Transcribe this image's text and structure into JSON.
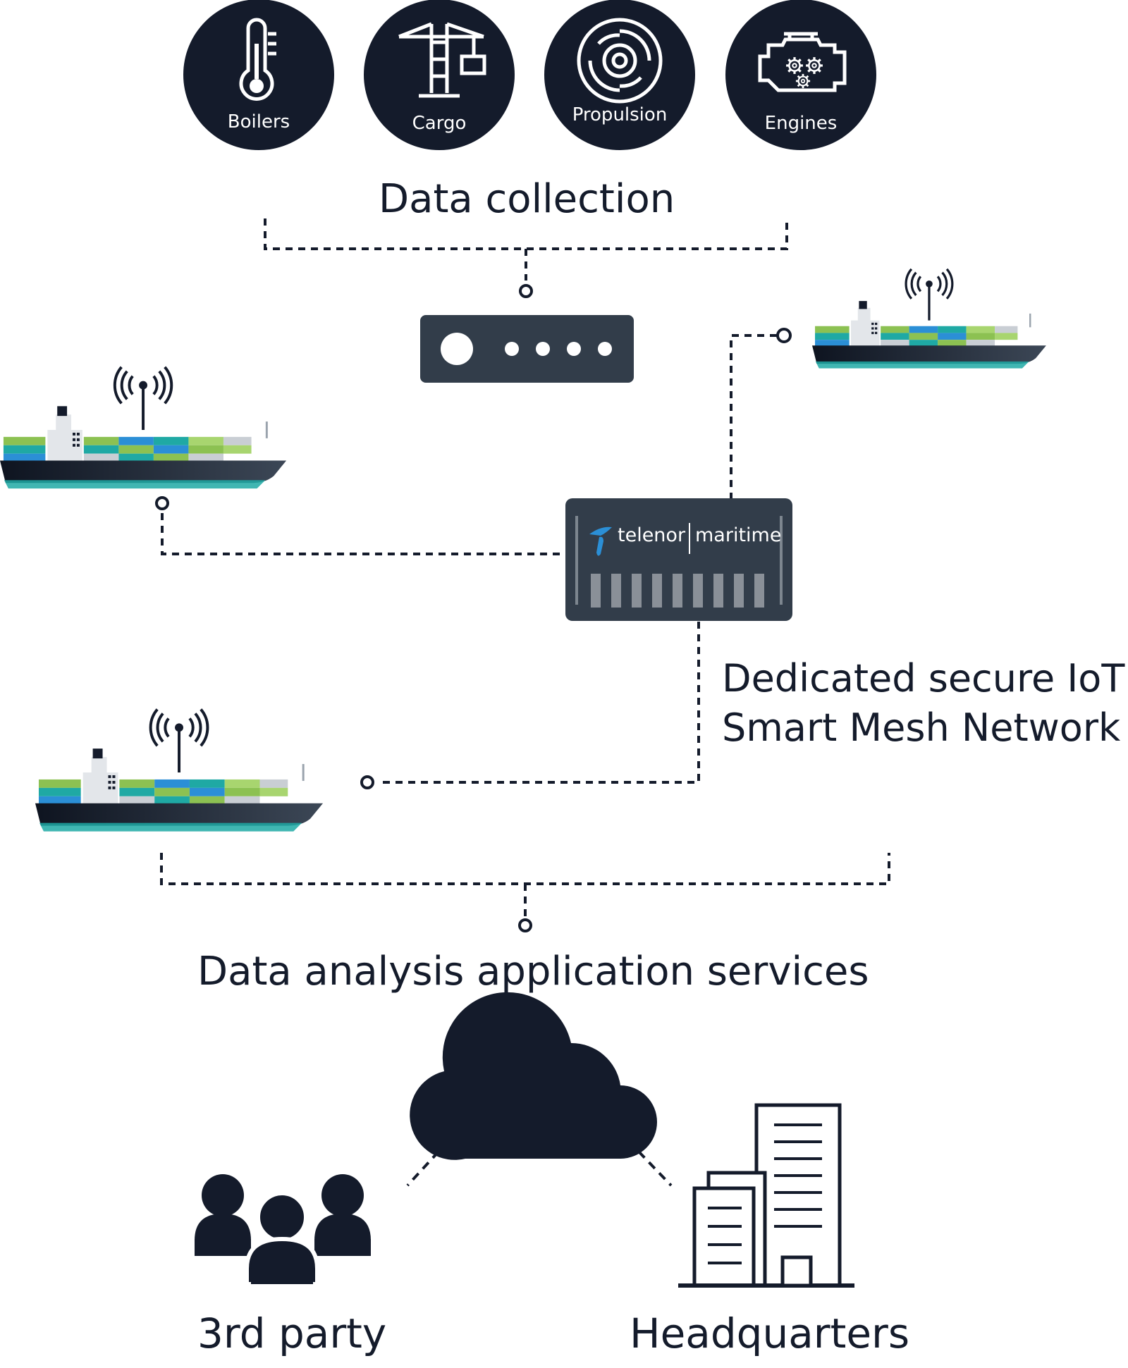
{
  "sources": [
    {
      "label": "Boilers",
      "icon": "thermometer-icon"
    },
    {
      "label": "Cargo",
      "icon": "crane-icon"
    },
    {
      "label": "Propulsion",
      "icon": "propeller-icon"
    },
    {
      "label": "Engines",
      "icon": "engine-icon"
    }
  ],
  "data_collection_label": "Data collection",
  "gateway": {
    "brand_left": "telenor",
    "brand_right": "maritime",
    "icon": "telenor-logo-icon"
  },
  "network_label": {
    "line1": "Dedicated secure IoT",
    "line2": "Smart Mesh Network"
  },
  "analysis_label": "Data analysis application services",
  "third_party_label": "3rd party",
  "headquarters_label": "Headquarters",
  "colors": {
    "dark": "#141b2b",
    "device": "#323d4a",
    "ship_green": "#8cc152",
    "ship_teal": "#1fa9a4",
    "ship_blue": "#2b8fd6"
  }
}
